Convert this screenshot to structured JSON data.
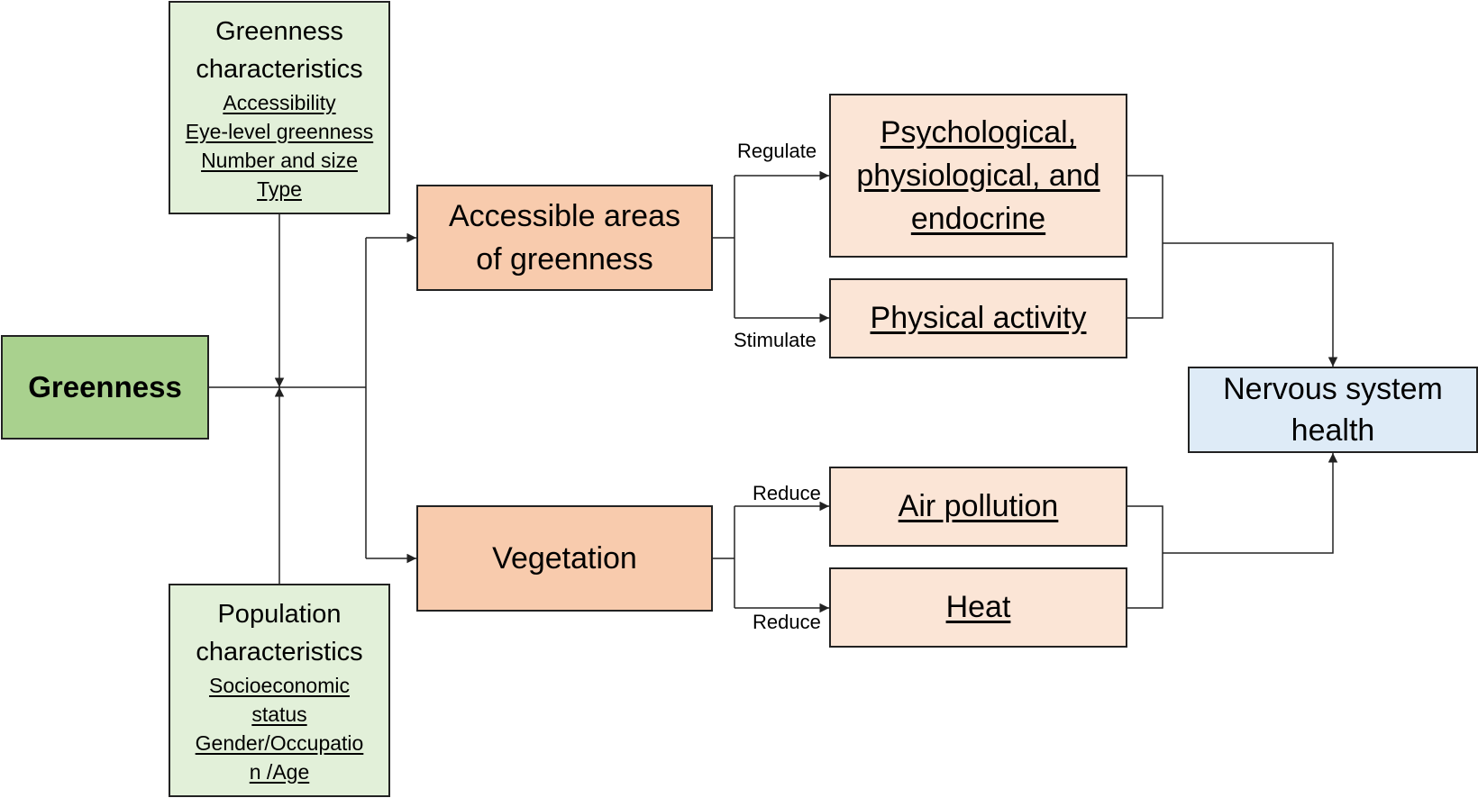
{
  "nodes": {
    "greenness": "Greenness",
    "greenness_characteristics": {
      "title": [
        "Greenness",
        "characteristics"
      ],
      "items": [
        "Accessibility",
        "Eye-level greenness",
        "Number and size",
        "Type"
      ]
    },
    "population_characteristics": {
      "title": [
        "Population",
        "characteristics"
      ],
      "items": [
        "Socioeconomic",
        "status",
        "Gender/Occupatio",
        "n /Age"
      ]
    },
    "accessible_areas": [
      "Accessible areas",
      "of greenness"
    ],
    "vegetation": "Vegetation",
    "psychological": [
      "Psychological,",
      "physiological, and",
      "endocrine"
    ],
    "physical_activity": "Physical activity",
    "air_pollution": "Air pollution",
    "heat": "Heat",
    "nervous_system": [
      "Nervous system",
      "health"
    ]
  },
  "edge_labels": {
    "regulate": "Regulate",
    "stimulate": "Stimulate",
    "reduce_air": "Reduce",
    "reduce_heat": "Reduce"
  },
  "colors": {
    "greenness": "#a9d18e",
    "characteristics": "#e2f0d9",
    "mediators": "#f8cbad",
    "pathways": "#fbe5d6",
    "outcome": "#deebf7",
    "line": "#222222"
  }
}
